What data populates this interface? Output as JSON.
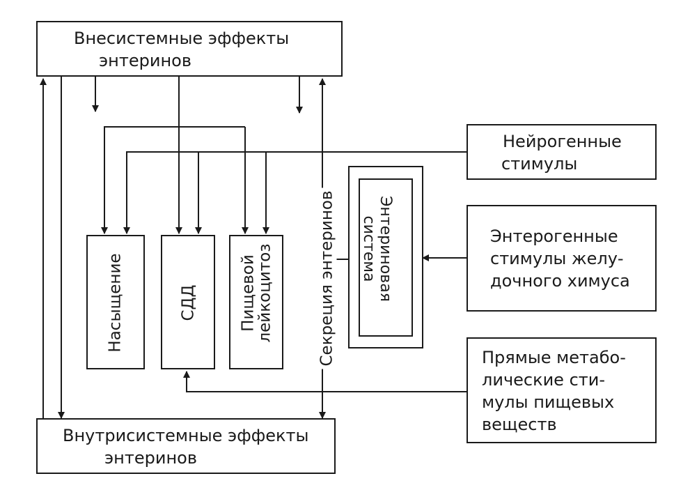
{
  "boxes": {
    "extra_systemic": [
      "Внесистемные эффекты",
      "энтеринов"
    ],
    "intra_systemic": [
      "Внутрисистемные эффекты",
      "энтеринов"
    ],
    "neurogenic": [
      "Нейрогенные",
      "стимулы"
    ],
    "enterogenic": [
      "Энтерогенные",
      "стимулы желу-",
      "дочного химуса"
    ],
    "metabolic": [
      "Прямые метабо-",
      "лические сти-",
      "мулы пищевых",
      "веществ"
    ],
    "satiation": "Насыщение",
    "sdd": "СДД",
    "leukocytosis": [
      "Пищевой",
      "лейкоцитоз"
    ],
    "enterin_system": [
      "Энтериновая",
      "система"
    ]
  },
  "labels": {
    "secretion": "Секреция энтеринов"
  }
}
